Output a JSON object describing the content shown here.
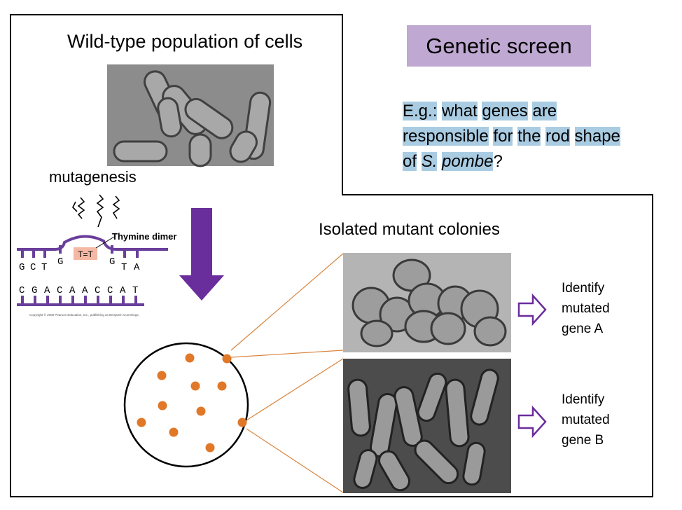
{
  "header": {
    "wildtype_title": "Wild-type population of cells",
    "genetic_screen": "Genetic screen"
  },
  "question": {
    "parts": [
      {
        "text": "E.g.:",
        "italic": false,
        "hl": true
      },
      {
        "text": " ",
        "italic": false,
        "hl": false
      },
      {
        "text": "what",
        "italic": false,
        "hl": true
      },
      {
        "text": " ",
        "italic": false,
        "hl": false
      },
      {
        "text": "genes",
        "italic": false,
        "hl": true
      },
      {
        "text": " ",
        "italic": false,
        "hl": false
      },
      {
        "text": "are",
        "italic": false,
        "hl": true
      },
      {
        "text": " ",
        "italic": false,
        "hl": false
      },
      {
        "text": "responsible",
        "italic": false,
        "hl": true
      },
      {
        "text": " ",
        "italic": false,
        "hl": false
      },
      {
        "text": "for",
        "italic": false,
        "hl": true
      },
      {
        "text": " ",
        "italic": false,
        "hl": false
      },
      {
        "text": "the",
        "italic": false,
        "hl": true
      },
      {
        "text": " ",
        "italic": false,
        "hl": false
      },
      {
        "text": "rod",
        "italic": false,
        "hl": true
      },
      {
        "text": " ",
        "italic": false,
        "hl": false
      },
      {
        "text": "shape",
        "italic": false,
        "hl": true
      },
      {
        "text": " ",
        "italic": false,
        "hl": false
      },
      {
        "text": "of",
        "italic": false,
        "hl": true
      },
      {
        "text": " ",
        "italic": false,
        "hl": false
      },
      {
        "text": "S.",
        "italic": true,
        "hl": true
      },
      {
        "text": " ",
        "italic": false,
        "hl": false
      },
      {
        "text": "pombe",
        "italic": true,
        "hl": true
      },
      {
        "text": "?",
        "italic": false,
        "hl": false
      }
    ]
  },
  "mutagenesis": {
    "label": "mutagenesis",
    "thymine_dimer": "Thymine dimer",
    "dimer_text": "T=T",
    "top_strand": [
      "G",
      "C",
      "T",
      "G",
      "G",
      "T",
      "A"
    ],
    "bottom_strand": [
      "C",
      "G",
      "A",
      "C",
      "A",
      "A",
      "C",
      "C",
      "A",
      "T"
    ],
    "copyright": "Copyright © 2006 Pearson Education, Inc., publishing as Benjamin Cummings."
  },
  "isolated": {
    "title": "Isolated mutant colonies",
    "gene_a": [
      "Identify",
      "mutated",
      "gene A"
    ],
    "gene_b": [
      "Identify",
      "mutated",
      "gene B"
    ]
  },
  "colors": {
    "purple_arrow": "#6a2d9c",
    "dna": "#6a3e9b",
    "colony": "#e07828",
    "line": "#d8853f",
    "genetic_box": "#bfa8d1",
    "highlight": "#a9cce3"
  }
}
